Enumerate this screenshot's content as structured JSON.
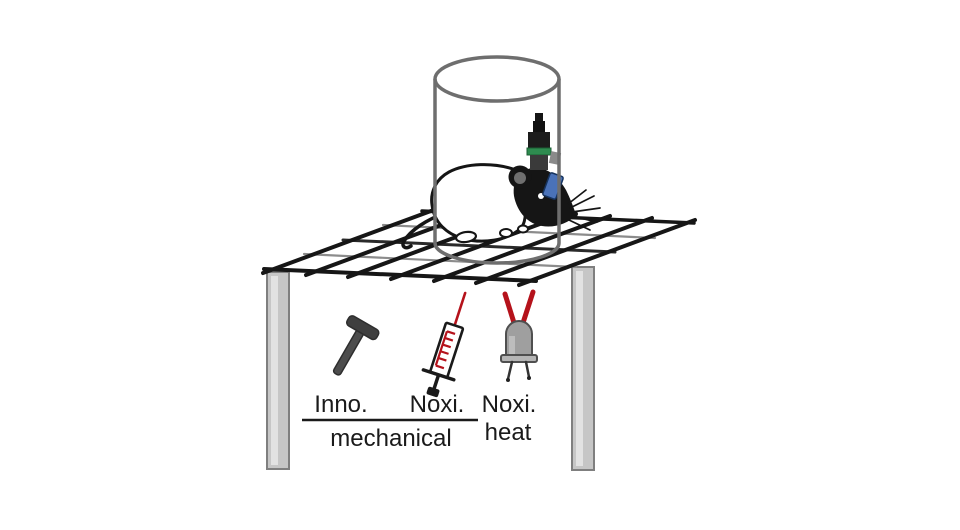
{
  "figure": {
    "labels": {
      "innocuous": "Inno.",
      "noxious_mechanical": "Noxi.",
      "noxious_heat_top": "Noxi.",
      "noxious_heat_bottom": "heat",
      "mechanical_category": "mechanical"
    },
    "icons": {
      "innocuous_tool_icon": "brush-icon",
      "noxious_mechanical_tool_icon": "syringe-icon",
      "noxious_heat_tool_icon": "led-icon",
      "subject_icon": "mouse-with-head-implant",
      "container_icon": "transparent-cylinder",
      "platform_icon": "mesh-grid-platform",
      "table_icon": "table-legs"
    },
    "colors": {
      "stimulus_red": "#b5121b",
      "implant_green": "#2e8b4f",
      "implant_blue": "#4a72b8",
      "table_leg_gray": "#c6c6c6",
      "cylinder_gray": "#6e6e6e",
      "ink": "#151515"
    }
  }
}
